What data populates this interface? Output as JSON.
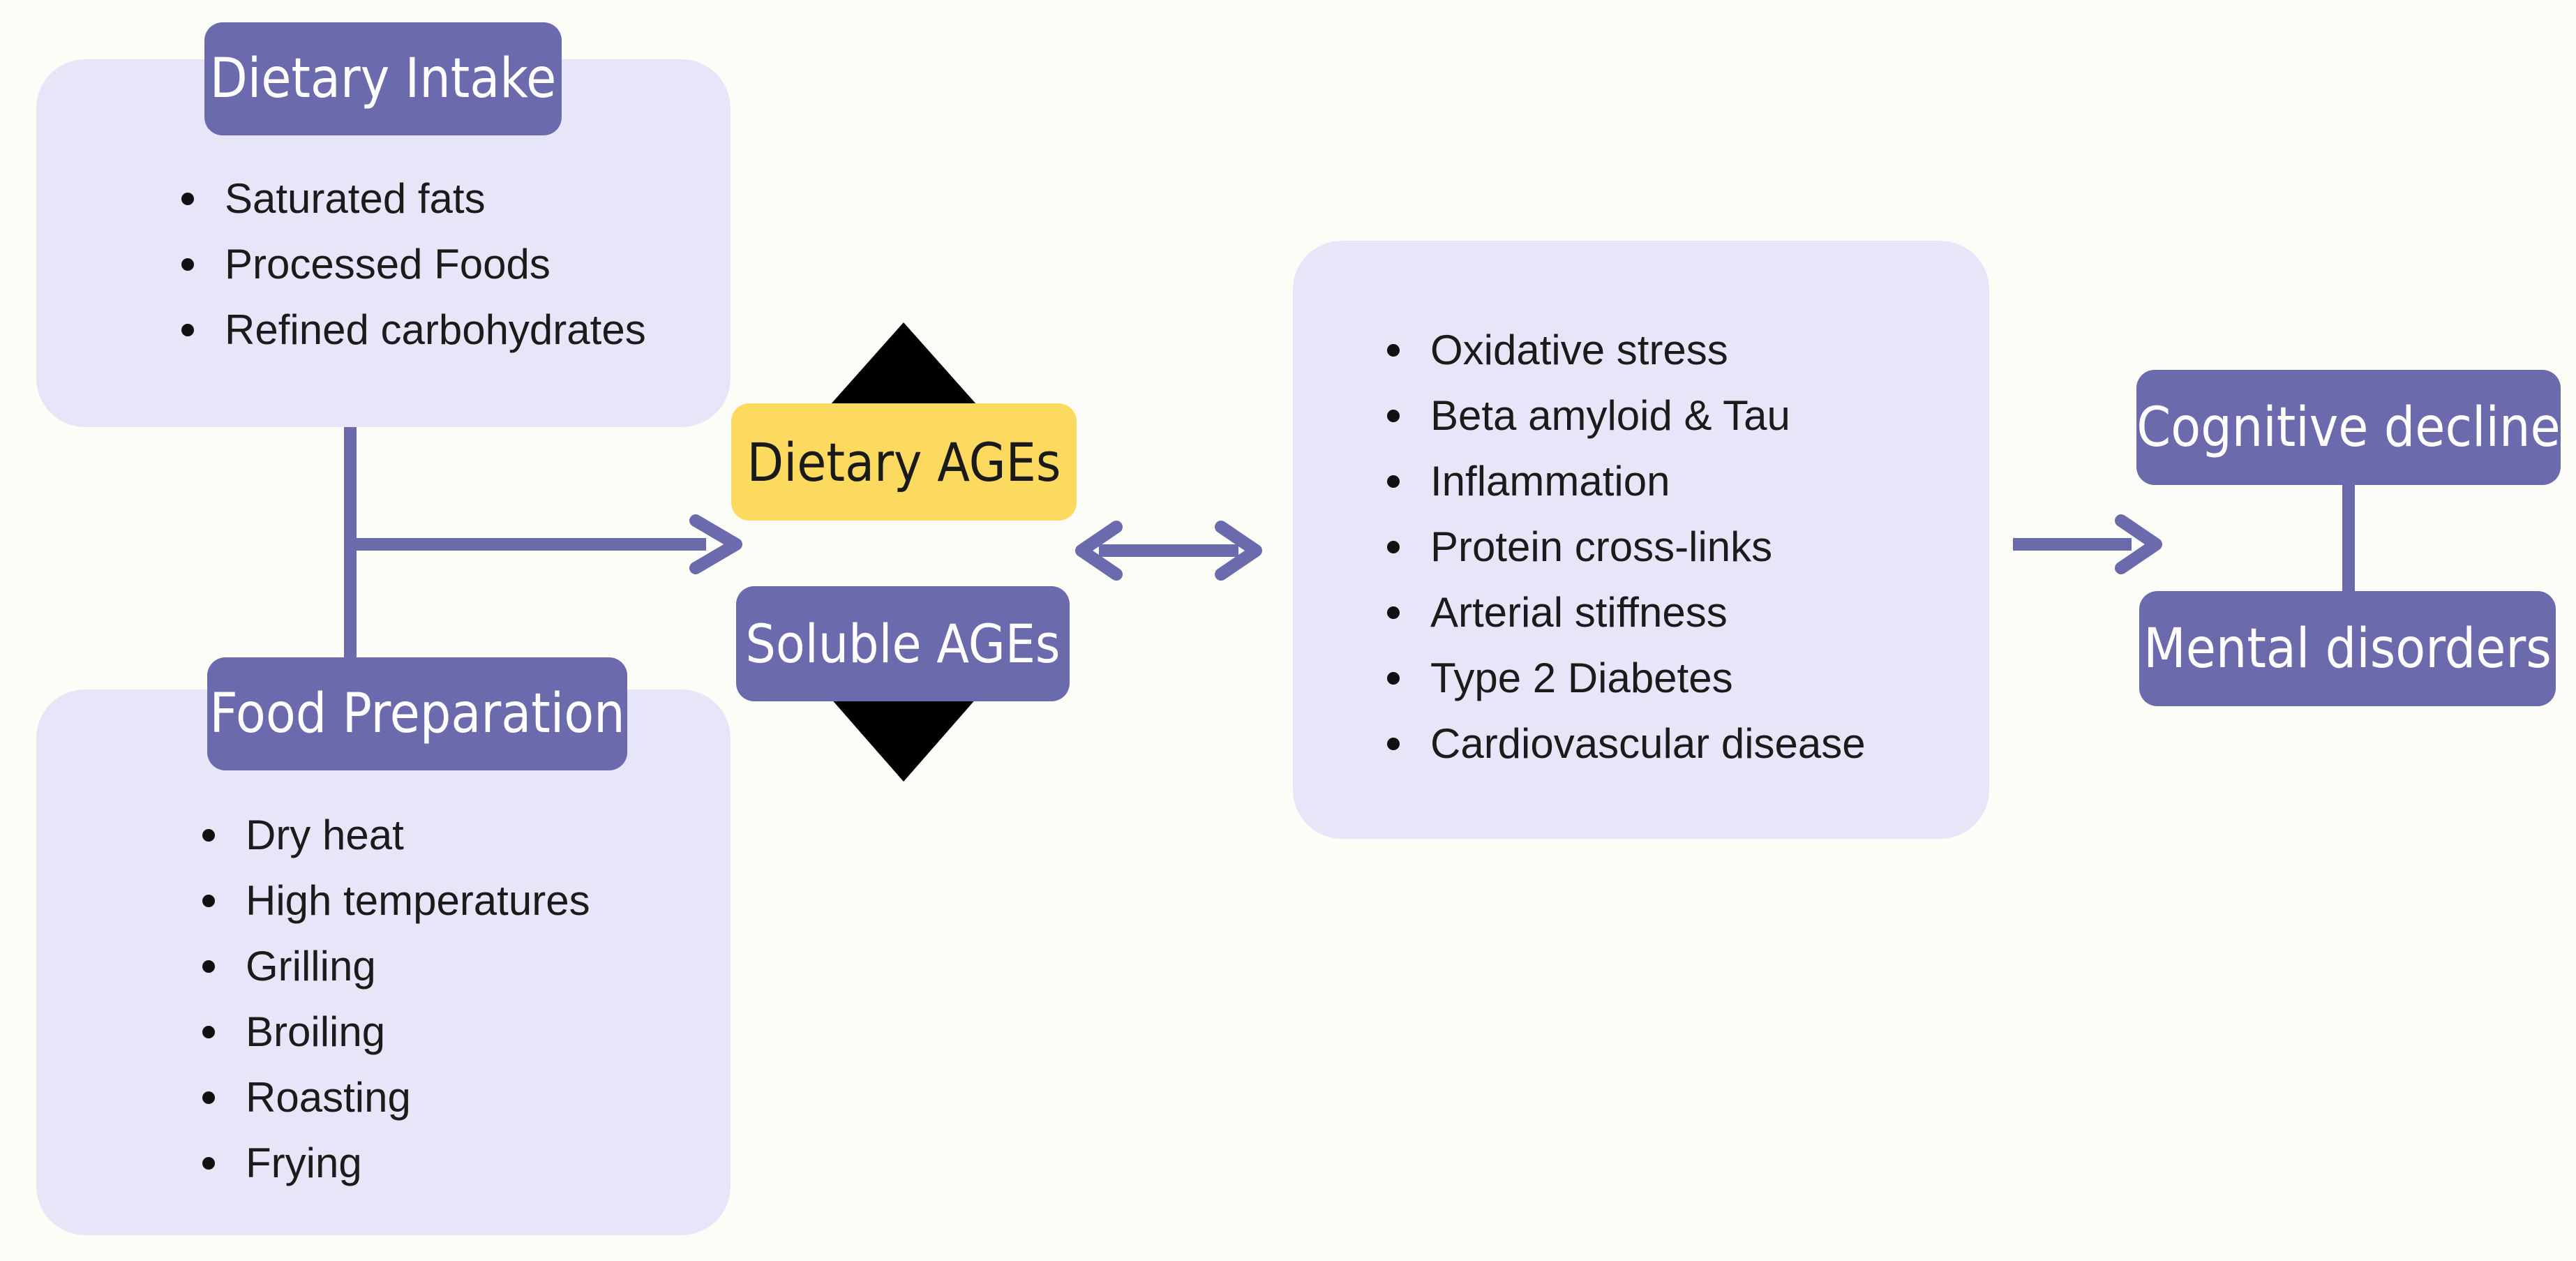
{
  "dietary_intake": {
    "title": "Dietary Intake",
    "items": [
      "Saturated fats",
      "Processed Foods",
      "Refined carbohydrates"
    ]
  },
  "food_preparation": {
    "title": "Food Preparation",
    "items": [
      "Dry heat",
      "High temperatures",
      "Grilling",
      "Broiling",
      "Roasting",
      "Frying"
    ]
  },
  "ages": {
    "dietary": "Dietary AGEs",
    "soluble": "Soluble AGEs"
  },
  "effects": {
    "items": [
      "Oxidative stress",
      "Beta amyloid & Tau",
      "Inflammation",
      "Protein cross-links",
      "Arterial stiffness",
      "Type 2 Diabetes",
      "Cardiovascular disease"
    ]
  },
  "outcomes": {
    "cognitive": "Cognitive decline",
    "mental": "Mental disorders"
  },
  "colors": {
    "panel": "#e6e6f8",
    "accent": "#6a6aad",
    "highlight": "#fcd95f",
    "background": "#fdfdf8"
  }
}
